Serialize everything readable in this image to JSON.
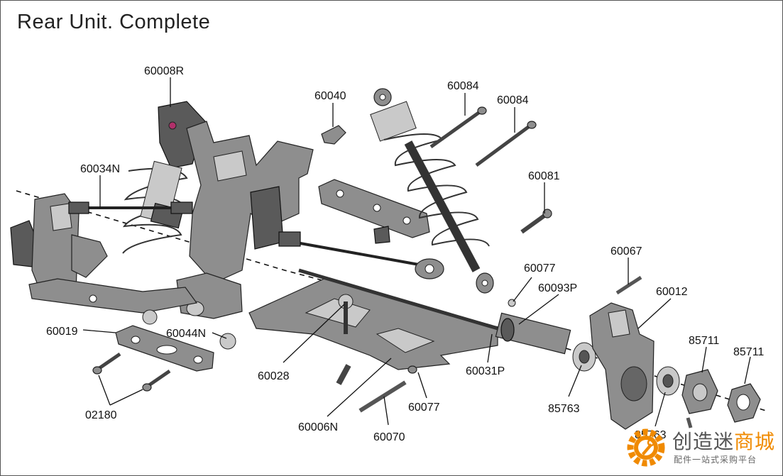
{
  "title": "Rear Unit. Complete",
  "labels": {
    "60008R": "60008R",
    "60040": "60040",
    "60084a": "60084",
    "60084b": "60084",
    "60034N": "60034N",
    "60081": "60081",
    "60067": "60067",
    "60077a": "60077",
    "60093P": "60093P",
    "60012": "60012",
    "60019": "60019",
    "60044N": "60044N",
    "85711a": "85711",
    "85711b": "85711",
    "60028": "60028",
    "60031P": "60031P",
    "85763a": "85763",
    "85763b": "85763",
    "02180": "02180",
    "60077b": "60077",
    "60006N": "60006N",
    "60070": "60070"
  },
  "watermark": {
    "brand_main": "创造迷",
    "brand_highlight": "商城",
    "tagline": "配件一站式采购平台",
    "accent_color": "#f08a00",
    "icon": "gear-wrench-icon"
  }
}
